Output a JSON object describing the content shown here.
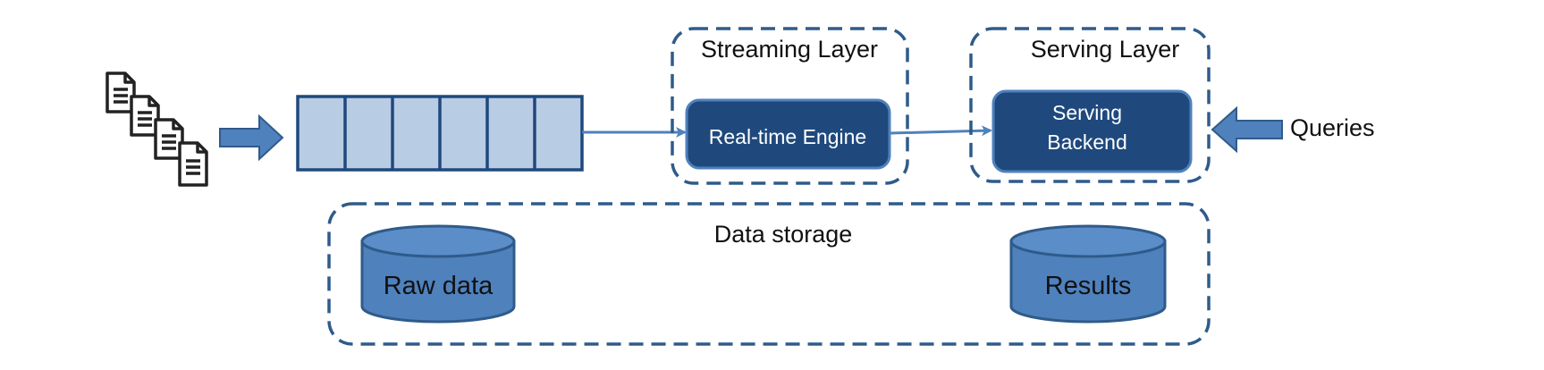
{
  "streaming_layer": {
    "title": "Streaming Layer",
    "engine_label": "Real-time Engine"
  },
  "serving_layer": {
    "title": "Serving Layer",
    "backend_label_line1": "Serving",
    "backend_label_line2": "Backend"
  },
  "queries_label": "Queries",
  "data_storage": {
    "title": "Data storage",
    "raw_data_label": "Raw data",
    "results_label": "Results"
  },
  "colors": {
    "dark_box": "#1f497d",
    "dashed_border": "#2f5b8a",
    "queue_fill": "#b8cce4",
    "queue_border": "#1f497d",
    "arrow_fill": "#4f81bd",
    "cylinder_fill": "#4f81bd",
    "cylinder_top": "#5b8dc9",
    "cylinder_border": "#2f5b8a",
    "doc_icon": "#222222"
  },
  "icons": {
    "documents": "document-stack-icon",
    "input_arrow": "block-arrow-right-icon",
    "queries_arrow": "block-arrow-left-icon"
  }
}
